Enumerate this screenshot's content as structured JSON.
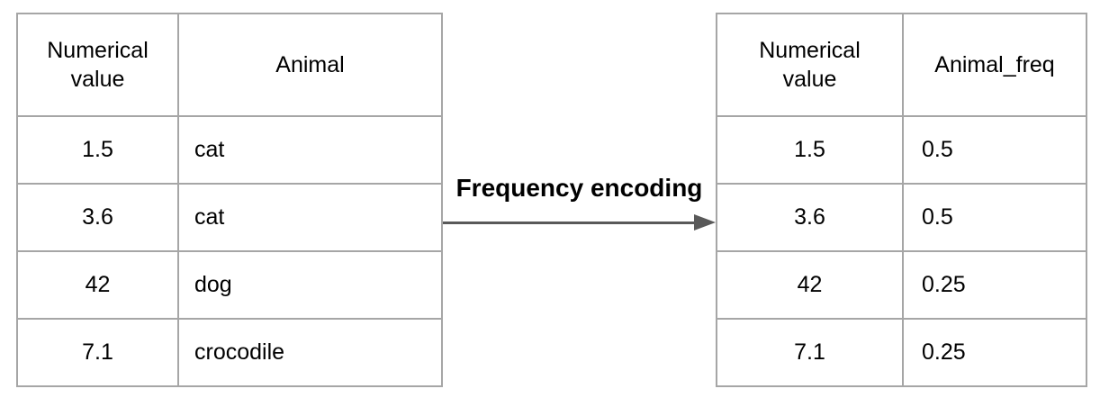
{
  "diagram": {
    "colors": {
      "background": "#ffffff",
      "border": "#a6a6a6",
      "arrow": "#595959",
      "text": "#000000"
    }
  },
  "annotation": {
    "label": "Frequency encoding"
  },
  "left_table": {
    "columns": [
      "Numerical value",
      "Animal"
    ],
    "rows": [
      [
        "1.5",
        "cat"
      ],
      [
        "3.6",
        "cat"
      ],
      [
        "42",
        "dog"
      ],
      [
        "7.1",
        "crocodile"
      ]
    ]
  },
  "right_table": {
    "columns": [
      "Numerical value",
      "Animal_freq"
    ],
    "rows": [
      [
        "1.5",
        "0.5"
      ],
      [
        "3.6",
        "0.5"
      ],
      [
        "42",
        "0.25"
      ],
      [
        "7.1",
        "0.25"
      ]
    ]
  }
}
